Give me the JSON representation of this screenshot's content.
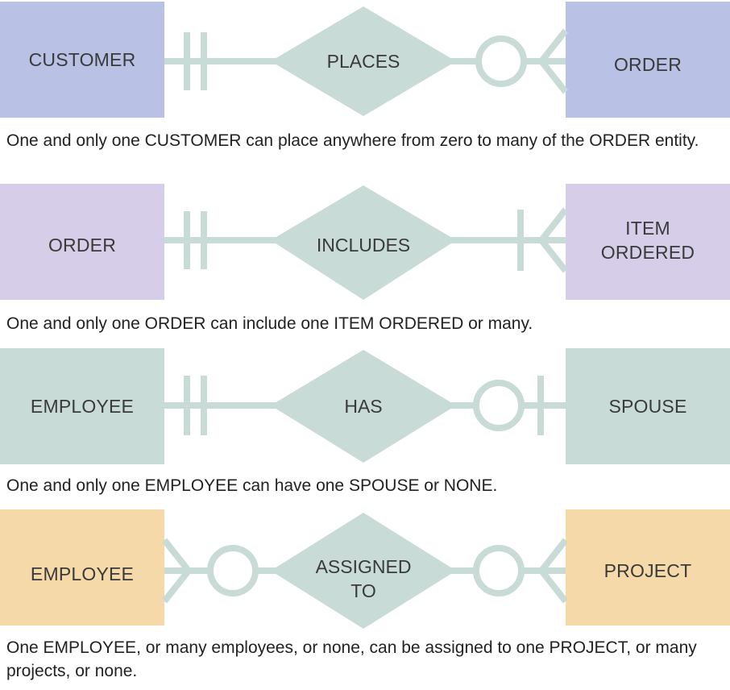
{
  "diagram": {
    "rows": [
      {
        "left_entity": "CUSTOMER",
        "relationship": "PLACES",
        "right_entity": "ORDER",
        "caption": "One and only one CUSTOMER can place anywhere from zero to many of the ORDER entity.",
        "left_cardinality": "one-and-only-one",
        "right_cardinality": "zero-or-many",
        "color": "#b9c1e4"
      },
      {
        "left_entity": "ORDER",
        "relationship": "INCLUDES",
        "right_entity": "ITEM\nORDERED",
        "caption": "One and only one ORDER can include one ITEM ORDERED or many.",
        "left_cardinality": "one-and-only-one",
        "right_cardinality": "one-or-many",
        "color": "#d6cde8"
      },
      {
        "left_entity": "EMPLOYEE",
        "relationship": "HAS",
        "right_entity": "SPOUSE",
        "caption": "One and only one EMPLOYEE can have one SPOUSE or NONE.",
        "left_cardinality": "one-and-only-one",
        "right_cardinality": "zero-or-one",
        "color": "#c8dbd6"
      },
      {
        "left_entity": "EMPLOYEE",
        "relationship": "ASSIGNED\nTO",
        "right_entity": "PROJECT",
        "caption": "One EMPLOYEE, or many employees, or none, can be assigned to one PROJECT, or many projects, or none.",
        "left_cardinality": "zero-or-many",
        "right_cardinality": "zero-or-many",
        "color": "#f5d9a8"
      }
    ],
    "colors": {
      "relationship_fill": "#c8dbd6",
      "connector_line": "#c8dbd6"
    }
  }
}
